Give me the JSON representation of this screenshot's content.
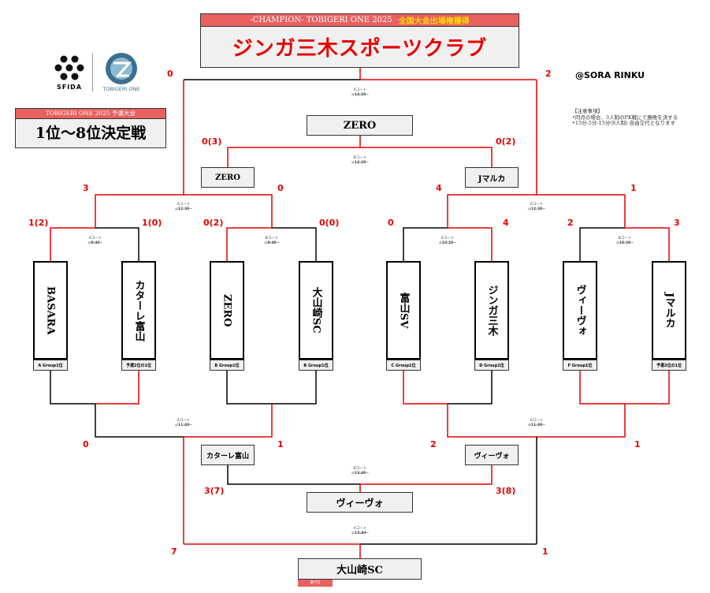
{
  "header": {
    "champion_line": "-CHAMPION- TOBIGERI ONE 2025",
    "qualification": "全国大会出場権獲得",
    "champion_team": "ジンガ三木スポーツクラブ"
  },
  "logos": {
    "sfida": "SFIDA",
    "tobigeri": "TOBIGERI ONE"
  },
  "credit": "@SORA RINKU",
  "notes": {
    "heading": "【注意事項】",
    "lines": [
      "•同点の場合、3人制のPK戦にて勝敗を決する",
      "•15分-5分-15分(8人制) 自由交代となります"
    ]
  },
  "event": {
    "subtitle": "TOBIGERI ONE 2025 予選大会",
    "title": "1位〜8位決定戦"
  },
  "teams": [
    {
      "name": "BASARA",
      "seed": "A Group1位"
    },
    {
      "name": "カターレ富山",
      "seed": "予選2位の1位"
    },
    {
      "name": "ZERO",
      "seed": "B Group1位"
    },
    {
      "name": "大山崎SC",
      "seed": "B Group1位"
    },
    {
      "name": "富山SV",
      "seed": "C Group1位"
    },
    {
      "name": "ジンガ三木",
      "seed": "D Group1位"
    },
    {
      "name": "ヴィーヴォ",
      "seed": "F Group1位"
    },
    {
      "name": "Jマルカ",
      "seed": "予選2位の1位"
    }
  ],
  "boxes": {
    "final": "ZERO",
    "semi_left": "ZERO",
    "semi_right": "Jマルカ",
    "lower_left": "カターレ富山",
    "lower_right": "ヴィーヴォ",
    "lower_final": "ヴィーヴォ",
    "seventh": "大山崎SC",
    "seventh_label": "第7位"
  },
  "scores": {
    "top_left": "0",
    "top_right": "2",
    "semi_left": "0(3)",
    "semi_right": "0(2)",
    "qf_left_a": "3",
    "qf_left_b": "0",
    "qf_right_a": "4",
    "qf_right_b": "1",
    "r1_1a": "1(2)",
    "r1_1b": "1(0)",
    "r1_2a": "0(2)",
    "r1_2b": "0(0)",
    "r1_3a": "0",
    "r1_3b": "4",
    "r1_4a": "2",
    "r1_4b": "3",
    "low_left_a": "0",
    "low_left_b": "1",
    "low_right_a": "2",
    "low_right_b": "1",
    "low_semi_a": "3(7)",
    "low_semi_b": "3(8)",
    "bottom_a": "7",
    "bottom_b": "1"
  },
  "courts": {
    "final": {
      "court": "Aコート",
      "time": "◎14:20~"
    },
    "semi": {
      "court": "Bコート",
      "time": "◎14:20~"
    },
    "qf_left": {
      "court": "Aコート",
      "time": "◎12:30~"
    },
    "qf_right": {
      "court": "Aコート",
      "time": "◎12:30~"
    },
    "r1_1": {
      "court": "Aコート",
      "time": "◎9:40~"
    },
    "r1_2": {
      "court": "Bコート",
      "time": "◎9:40~"
    },
    "r1_3": {
      "court": "Aコート",
      "time": "◎10:20~"
    },
    "r1_4": {
      "court": "Bコート",
      "time": "◎10:20~"
    },
    "low_left": {
      "court": "Aコート",
      "time": "◎11:40~"
    },
    "low_right": {
      "court": "Aコート",
      "time": "◎11:40~"
    },
    "low_semi": {
      "court": "Bコート",
      "time": "◎13:40~"
    },
    "bottom": {
      "court": "Aコート",
      "time": "◎13:40~"
    }
  },
  "colors": {
    "winner": "#e60000",
    "loser": "#000000",
    "banner": "#e8615f",
    "boxbg": "#f0f0f0"
  }
}
